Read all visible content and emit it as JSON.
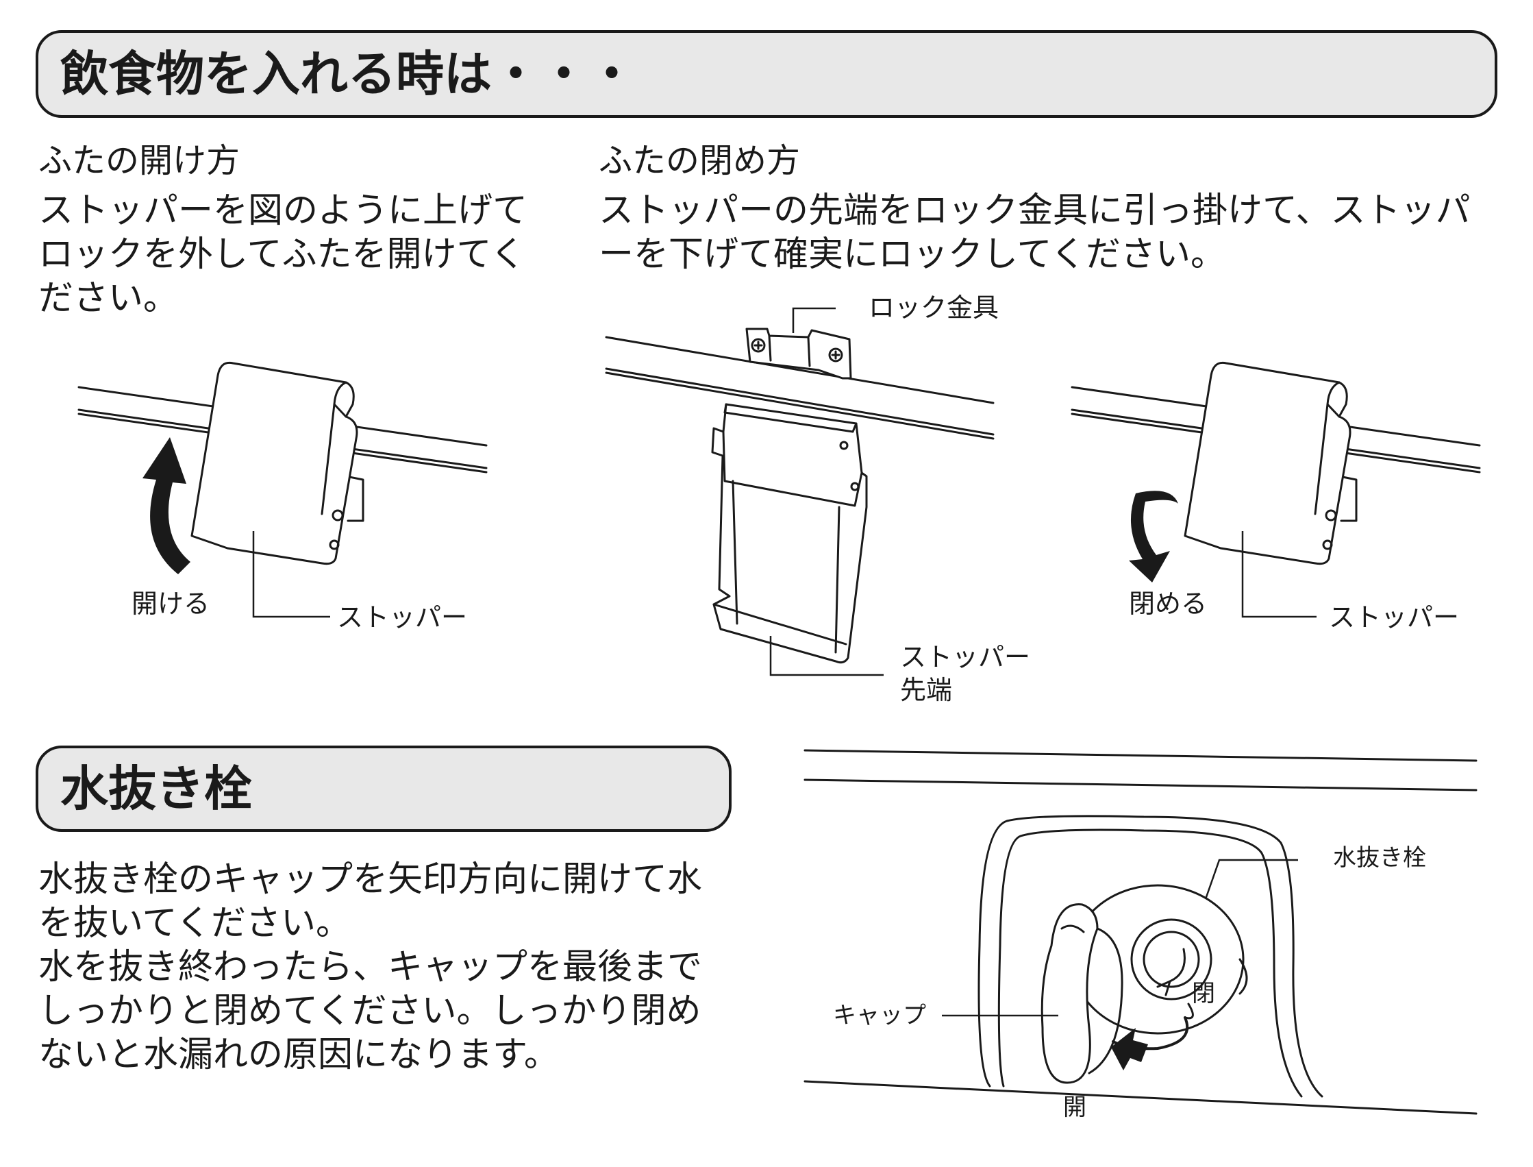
{
  "section1": {
    "title": "飲食物を入れる時は・・・",
    "open": {
      "heading": "ふたの開け方",
      "lines": [
        "ストッパーを図のように上げて",
        "ロックを外してふたを開けてく",
        "ださい。"
      ],
      "arrow_label": "開ける",
      "stopper_label": "ストッパー"
    },
    "close": {
      "heading": "ふたの閉め方",
      "lines": [
        "ストッパーの先端をロック金具に引っ掛けて、ストッパ",
        "ーを下げて確実にロックしてください。"
      ],
      "lock_label": "ロック金具",
      "tip_label_1": "ストッパー",
      "tip_label_2": "先端",
      "arrow_label": "閉める",
      "stopper_label": "ストッパー"
    }
  },
  "section2": {
    "title": "水抜き栓",
    "lines": [
      "水抜き栓のキャップを矢印方向に開けて水",
      "を抜いてください。",
      "水を抜き終わったら、キャップを最後まで",
      "しっかりと閉めてください。しっかり閉め",
      "ないと水漏れの原因になります。"
    ],
    "drain_label": "水抜き栓",
    "cap_label": "キャップ",
    "close_label": "閉",
    "open_label": "開"
  }
}
